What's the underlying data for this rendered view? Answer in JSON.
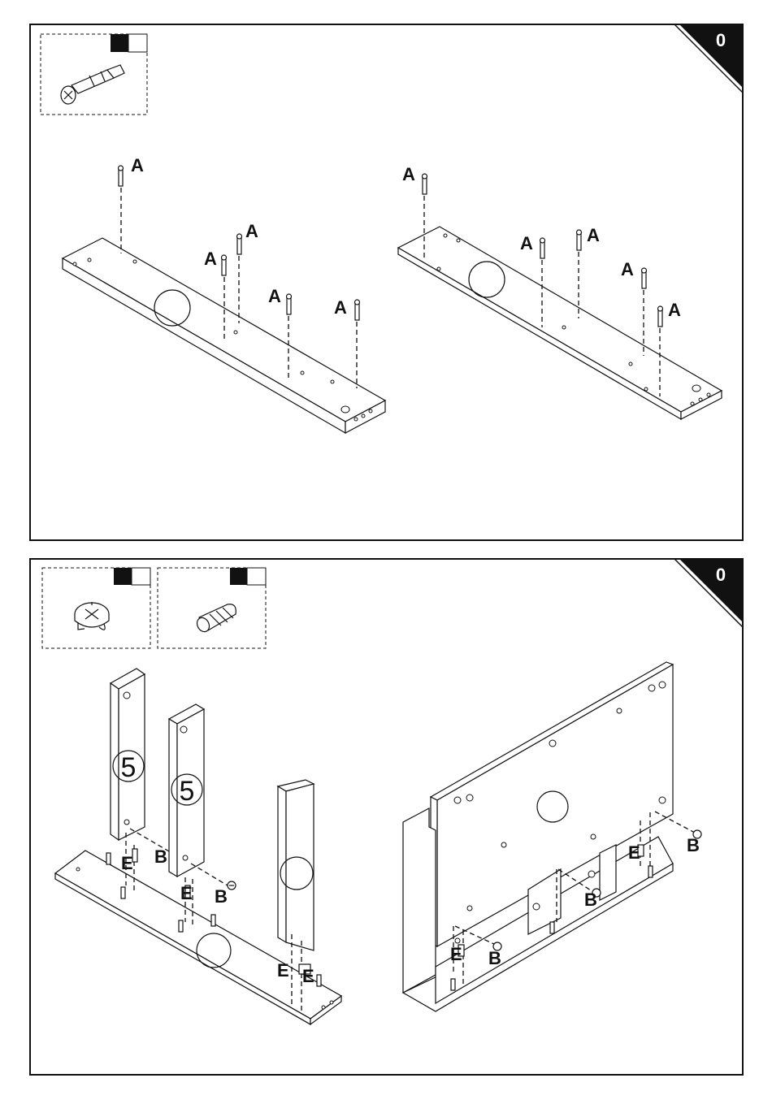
{
  "panels": [
    {
      "step_number": "0",
      "label_A": "A"
    },
    {
      "step_number": "0",
      "label_B": "B",
      "label_E": "E",
      "part_number": "5"
    }
  ],
  "icons": [
    "dowel-pin-icon",
    "cam-lock-icon",
    "wooden-dowel-icon"
  ]
}
